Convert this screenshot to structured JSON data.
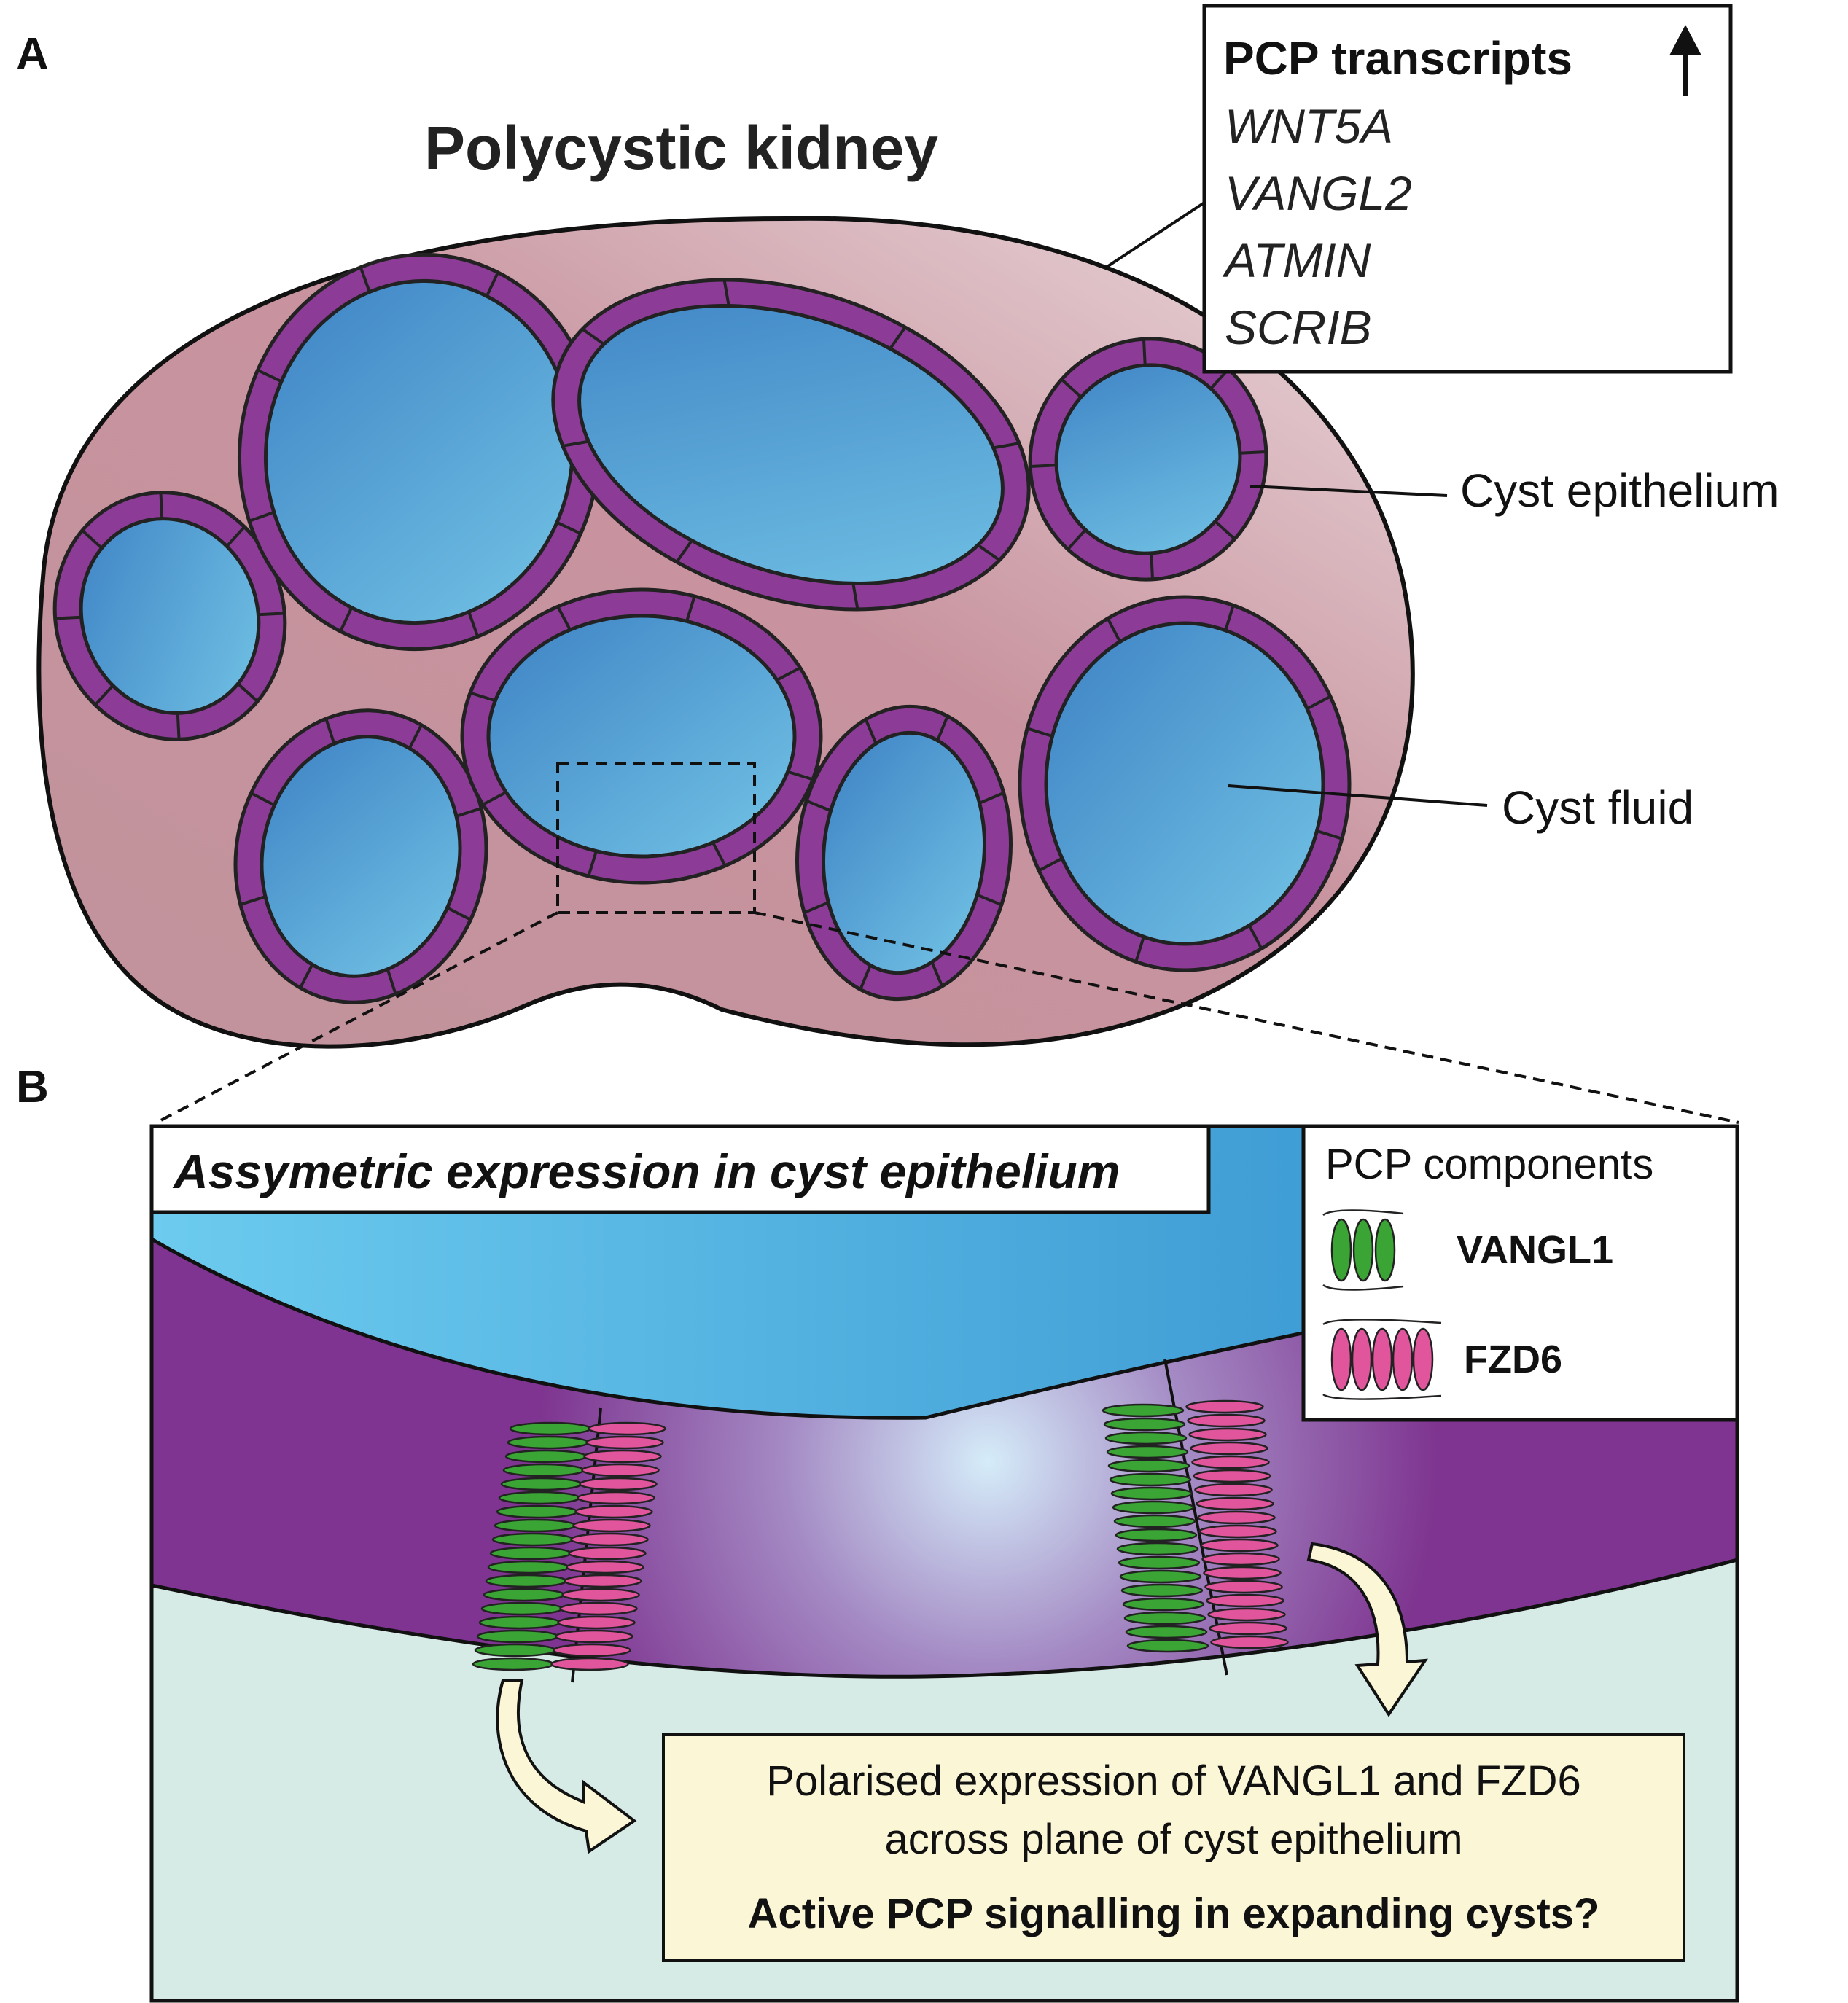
{
  "panel_a": {
    "letter": "A",
    "title": "Polycystic kidney",
    "transcripts_box": {
      "heading": "PCP transcripts",
      "arrow_icon": "up-arrow-icon",
      "genes": [
        "WNT5A",
        "VANGL2",
        "ATMIN",
        "SCRIB"
      ]
    },
    "labels": {
      "epithelium": "Cyst epithelium",
      "fluid": "Cyst fluid"
    }
  },
  "panel_b": {
    "letter": "B",
    "title": "Assymetric expression in cyst epithelium",
    "legend": {
      "heading": "PCP components",
      "items": [
        {
          "name": "VANGL1",
          "color": "#3aa535"
        },
        {
          "name": "FZD6",
          "color": "#e0559c"
        }
      ]
    },
    "note": {
      "line1": "Polarised expression of VANGL1 and FZD6",
      "line2": "across plane of cyst epithelium",
      "line3": "Active PCP signalling in expanding cysts?"
    }
  },
  "colors": {
    "kidney": "#c28f9c",
    "epithelium": "#8c3c96",
    "cyst_fluid": "#4f9ed6",
    "vangl1": "#3aa535",
    "fzd6": "#e0559c",
    "note_bg": "#fbf6d6",
    "lower_bg": "#d7ebe6"
  }
}
